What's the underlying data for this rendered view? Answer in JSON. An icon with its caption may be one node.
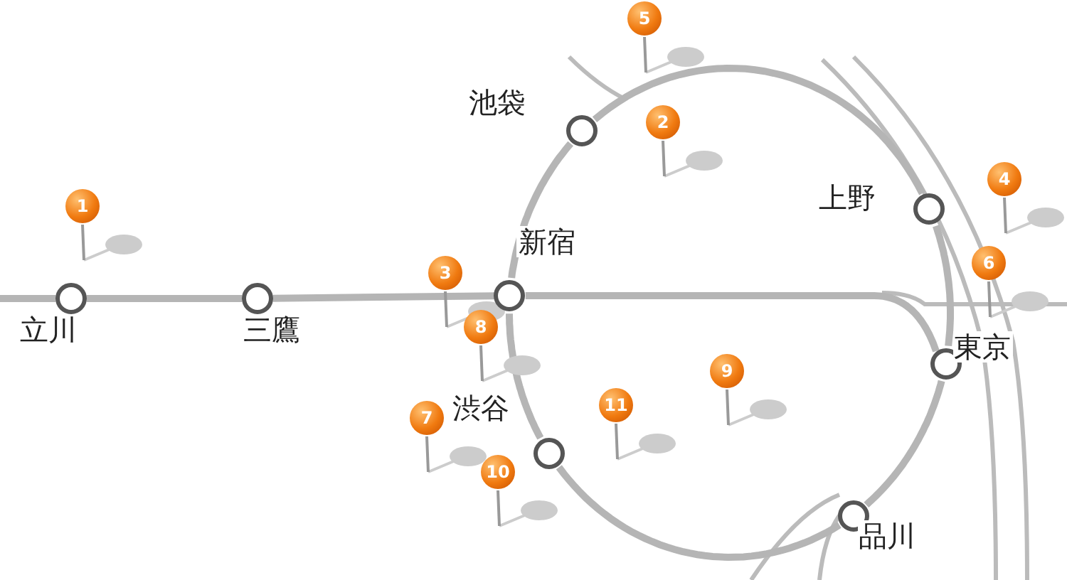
{
  "diagram": {
    "nodes": [
      {
        "text": [
          "立川"
        ]
      },
      {
        "text": [
          "三鷹"
        ]
      },
      {
        "text": [
          "新宿"
        ]
      },
      {
        "text": [
          "池袋"
        ]
      },
      {
        "text": [
          "上野"
        ]
      },
      {
        "text": [
          "東京"
        ]
      },
      {
        "text": [
          "品川"
        ]
      },
      {
        "text": [
          "渋谷"
        ]
      },
      {
        "text": [
          "1"
        ]
      },
      {
        "text": [
          "2"
        ]
      },
      {
        "text": [
          "3"
        ]
      },
      {
        "text": [
          "4"
        ]
      },
      {
        "text": [
          "5"
        ]
      },
      {
        "text": [
          "6"
        ]
      },
      {
        "text": [
          "7"
        ]
      },
      {
        "text": [
          "8"
        ]
      },
      {
        "text": [
          "9"
        ]
      },
      {
        "text": [
          "10"
        ]
      },
      {
        "text": [
          "11"
        ]
      }
    ],
    "edges": [
      {
        "from": null,
        "to": 0,
        "arrow": "none"
      },
      {
        "from": 0,
        "to": 1,
        "arrow": "none"
      },
      {
        "from": 1,
        "to": 2,
        "arrow": "none"
      },
      {
        "from": 2,
        "to": 5,
        "arrow": "none"
      },
      {
        "from": 2,
        "to": 3,
        "arrow": "none"
      },
      {
        "from": 3,
        "to": 4,
        "arrow": "none"
      },
      {
        "from": 4,
        "to": 5,
        "arrow": "none"
      },
      {
        "from": 5,
        "to": 6,
        "arrow": "none"
      },
      {
        "from": 6,
        "to": 7,
        "arrow": "none"
      },
      {
        "from": 7,
        "to": 2,
        "arrow": "none"
      }
    ]
  }
}
